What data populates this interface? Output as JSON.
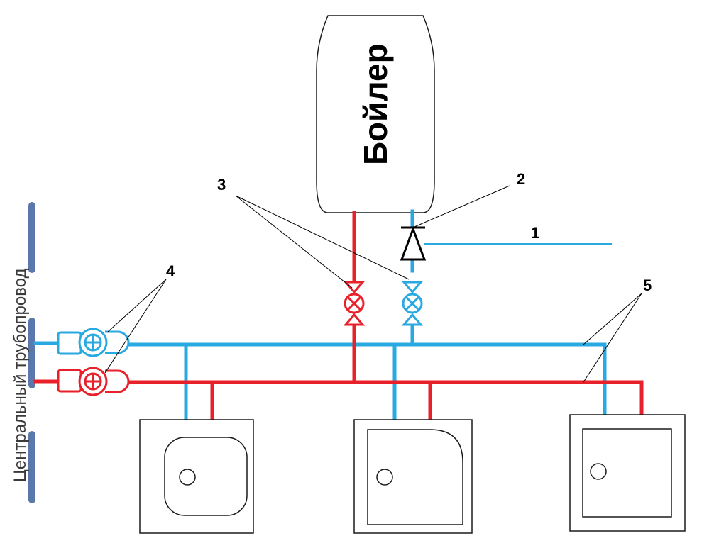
{
  "boiler": {
    "label": "Бойлер"
  },
  "central_pipeline": {
    "label": "Центральный трубопровод"
  },
  "callouts": {
    "c1": "1",
    "c2": "2",
    "c3": "3",
    "c4": "4",
    "c5": "5"
  },
  "colors": {
    "hot_water": "#e8202a",
    "cold_water": "#29a9e1",
    "central_pipe": "#5a78aa",
    "outline": "#1a1a1a"
  },
  "icons": {
    "check_valve": "check-valve-icon",
    "shutoff_valve": "shutoff-valve-icon",
    "water_meter": "water-meter-icon",
    "fixture": "sink-icon"
  }
}
